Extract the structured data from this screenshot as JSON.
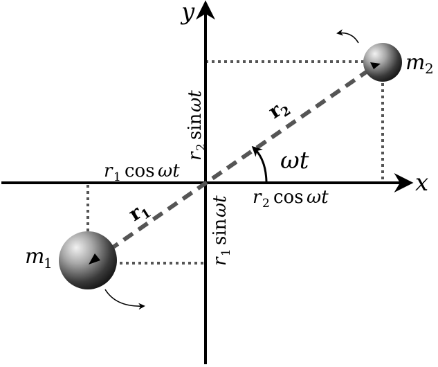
{
  "colors": {
    "axis": "#000000",
    "dotted_projection": "#555555",
    "dashed_rod": "#555555",
    "mass_light": "#e6e6e6",
    "mass_dark": "#1a1a1a",
    "background": "#ffffff"
  },
  "axes": {
    "x_label": "x",
    "y_label": "y"
  },
  "masses": {
    "m1": {
      "symbol": "m",
      "subscript": "1"
    },
    "m2": {
      "symbol": "m",
      "subscript": "2"
    }
  },
  "vectors": {
    "r1": {
      "symbol": "r",
      "subscript": "1"
    },
    "r2": {
      "symbol": "r",
      "subscript": "2"
    }
  },
  "angle": {
    "label": "ωt"
  },
  "projections": {
    "r1_cos": {
      "r": "r",
      "sub": "1",
      "fn": "cos",
      "arg": "ωt"
    },
    "r1_sin": {
      "r": "r",
      "sub": "1",
      "fn": "sin",
      "arg": "ωt"
    },
    "r2_cos": {
      "r": "r",
      "sub": "2",
      "fn": "cos",
      "arg": "ωt"
    },
    "r2_sin": {
      "r": "r",
      "sub": "2",
      "fn": "sin",
      "arg": "ωt"
    }
  },
  "icons": {
    "rotation_arrow_m1": "curved-arrow-icon",
    "rotation_arrow_m2": "curved-arrow-icon",
    "angle_arc": "arc-arrow-icon"
  }
}
